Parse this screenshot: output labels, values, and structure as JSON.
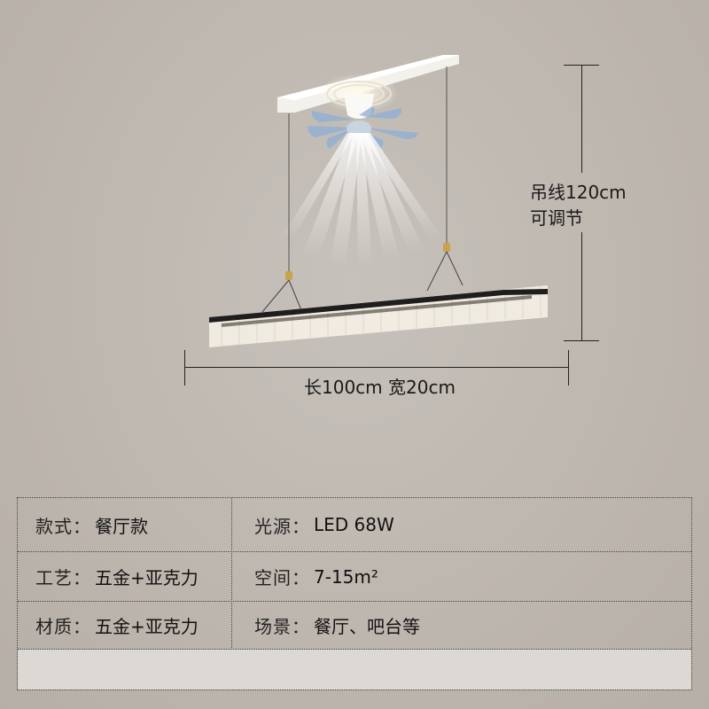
{
  "product_image": {
    "description": "Rectangular acrylic pendant light with ceiling fan",
    "colors": {
      "background": "#bdb6ae",
      "frame_top": "#1e1e1e",
      "acrylic": "#f4efe4",
      "fan_blades": "#8fb0d4",
      "brass": "#c9a24a",
      "canopy": "#f4f2ee"
    }
  },
  "dimensions": {
    "height_label_line1": "吊线120cm",
    "height_label_line2": "可调节",
    "width_label": "长100cm 宽20cm"
  },
  "spec_table": {
    "rows": [
      {
        "left_key": "款式：",
        "left_value": "餐厅款",
        "right_key": "光源：",
        "right_value": "LED 68W"
      },
      {
        "left_key": "工艺：",
        "left_value": "五金+亚克力",
        "right_key": "空间：",
        "right_value": "7-15m²"
      },
      {
        "left_key": "材质：",
        "left_value": "五金+亚克力",
        "right_key": "场景：",
        "right_value": "餐厅、吧台等"
      }
    ]
  }
}
